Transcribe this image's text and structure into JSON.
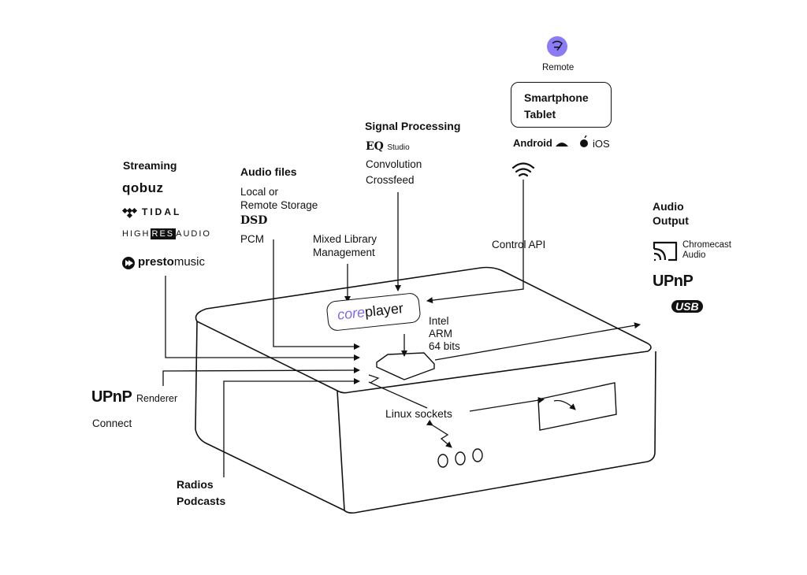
{
  "remote": {
    "label": "Remote",
    "accent": "#8b7cf6",
    "device_line1": "Smartphone",
    "device_line2": "Tablet",
    "os1": "Android",
    "os2": "iOS"
  },
  "signal": {
    "title": "Signal Processing",
    "eq": "EQ",
    "eq_studio": "Studio",
    "l1": "Convolution",
    "l2": "Crossfeed"
  },
  "streaming": {
    "title": "Streaming",
    "services": [
      "qobuz",
      "TIDAL",
      "HIGH",
      "RES",
      "AUDIO",
      "presto",
      "music"
    ]
  },
  "audio_files": {
    "title": "Audio files",
    "l1": "Local or",
    "l2": "Remote Storage",
    "l3": "DSD",
    "l4": "PCM"
  },
  "library": {
    "l1": "Mixed Library",
    "l2": "Management"
  },
  "control_api": "Control API",
  "coreplayer": {
    "core": "core",
    "player": "player",
    "accent": "#7c6cf0"
  },
  "cpu": {
    "l1": "Intel",
    "l2": "ARM",
    "l3": "64 bits"
  },
  "audio_output": {
    "title1": "Audio",
    "title2": "Output",
    "chromecast1": "Chromecast",
    "chromecast2": "Audio",
    "upnp": "UPnP",
    "usb": "USB"
  },
  "renderer": {
    "upnp": "UPnP",
    "renderer": "Renderer",
    "connect": "Connect"
  },
  "linux_sockets": "Linux sockets",
  "radios": {
    "l1": "Radios",
    "l2": "Podcasts"
  }
}
